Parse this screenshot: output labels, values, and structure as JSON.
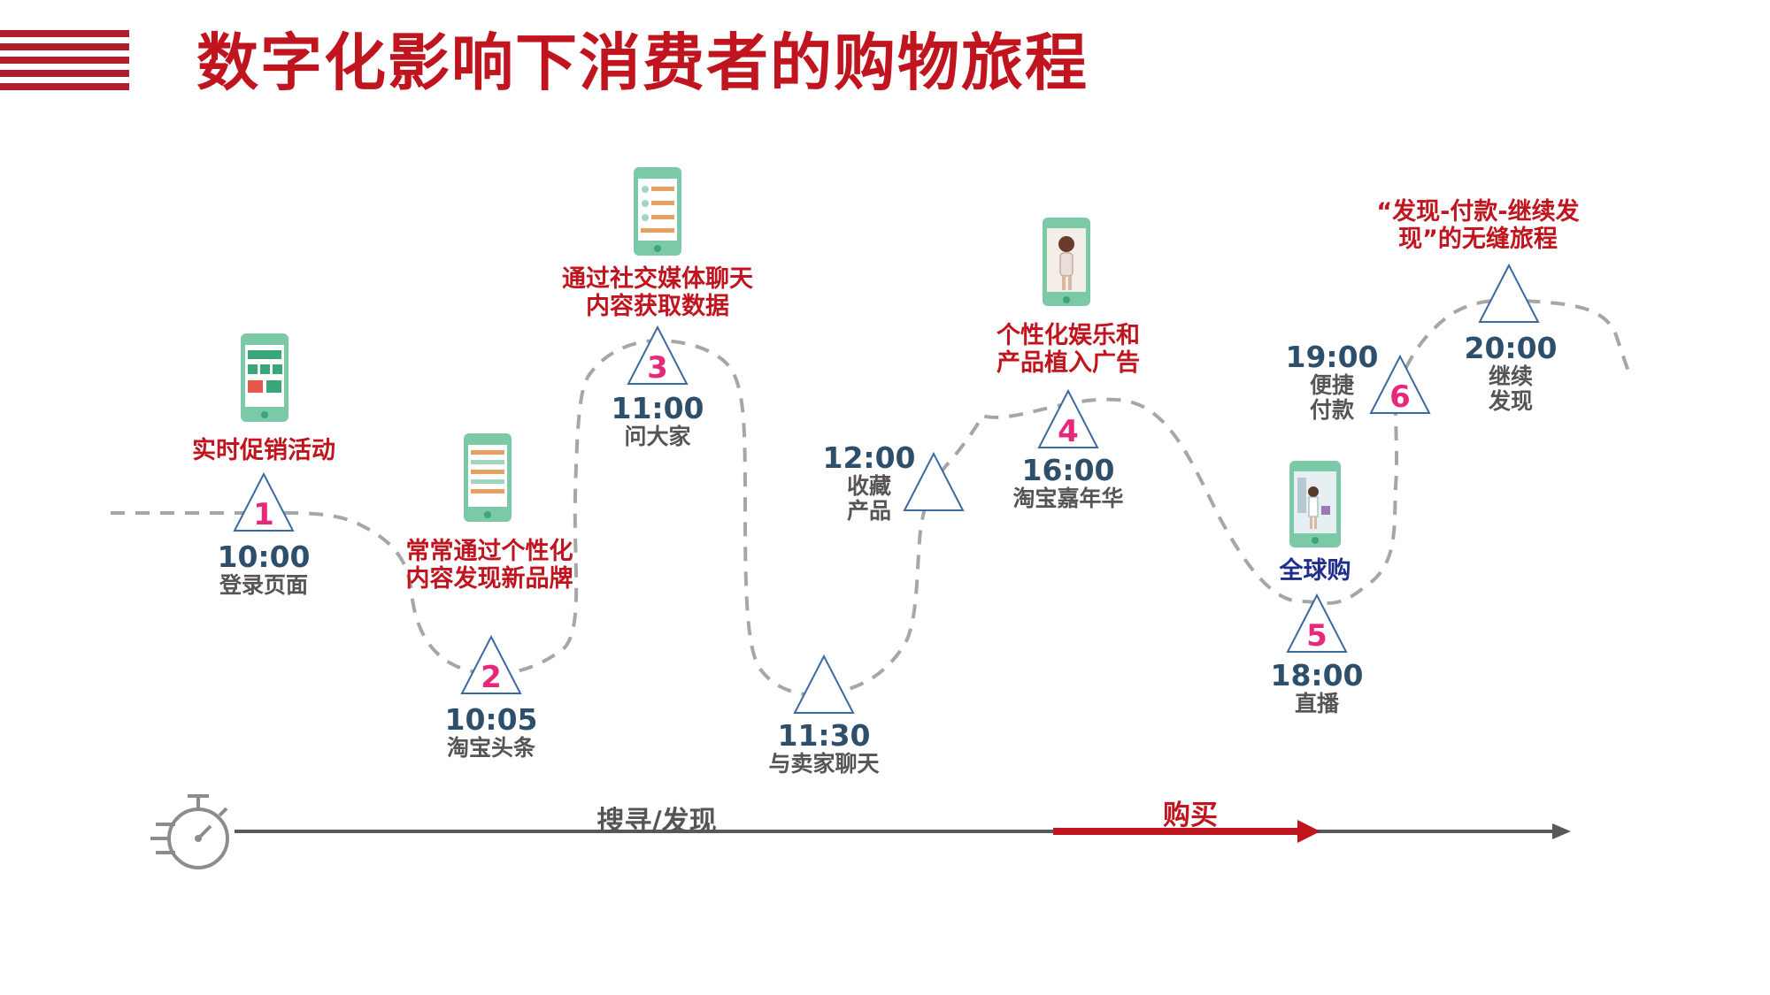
{
  "title": "数字化影响下消费者的购物旅程",
  "colors": {
    "brand_red": "#c0141e",
    "stripe_red": "#b01e2e",
    "time_blue": "#2e4f6c",
    "gray_text": "#555555",
    "navy": "#1f2e8c",
    "step_pink": "#e8287a",
    "dash_gray": "#a6a6a6",
    "phone_green": "#7cc9a8"
  },
  "steps": [
    {
      "num": "1",
      "time": "10:00",
      "label": "登录页面",
      "note": "实时促销活动"
    },
    {
      "num": "2",
      "time": "10:05",
      "label": "淘宝头条",
      "note": "常常通过个性化内容发现新品牌"
    },
    {
      "num": "3",
      "time": "11:00",
      "label": "问大家",
      "note": "通过社交媒体聊天内容获取数据"
    },
    {
      "num": "",
      "time": "11:30",
      "label": "与卖家聊天"
    },
    {
      "num": "",
      "time": "12:00",
      "label": "收藏产品"
    },
    {
      "num": "4",
      "time": "16:00",
      "label": "淘宝嘉年华",
      "note": "个性化娱乐和产品植入广告"
    },
    {
      "num": "5",
      "time": "18:00",
      "label": "直播",
      "note": "全球购"
    },
    {
      "num": "6",
      "time": "19:00",
      "label": "便捷付款"
    },
    {
      "num": "",
      "time": "20:00",
      "label": "继续发现",
      "note": "“发现-付款-继续发现”的无缝旅程"
    }
  ],
  "axis": {
    "search_label": "搜寻/发现",
    "buy_label": "购买",
    "icon": "stopwatch-icon"
  }
}
